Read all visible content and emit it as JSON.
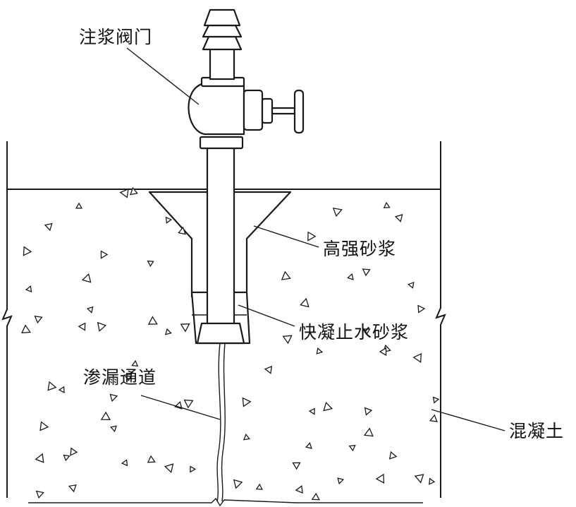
{
  "labels": {
    "grout_valve": "注浆阀门",
    "high_strength_mortar": "高强砂浆",
    "quick_setting_mortar": "快凝止水砂浆",
    "leakage_channel": "渗漏通道",
    "concrete": "混凝土"
  },
  "colors": {
    "line": "#1a1a1a",
    "background": "#ffffff"
  }
}
